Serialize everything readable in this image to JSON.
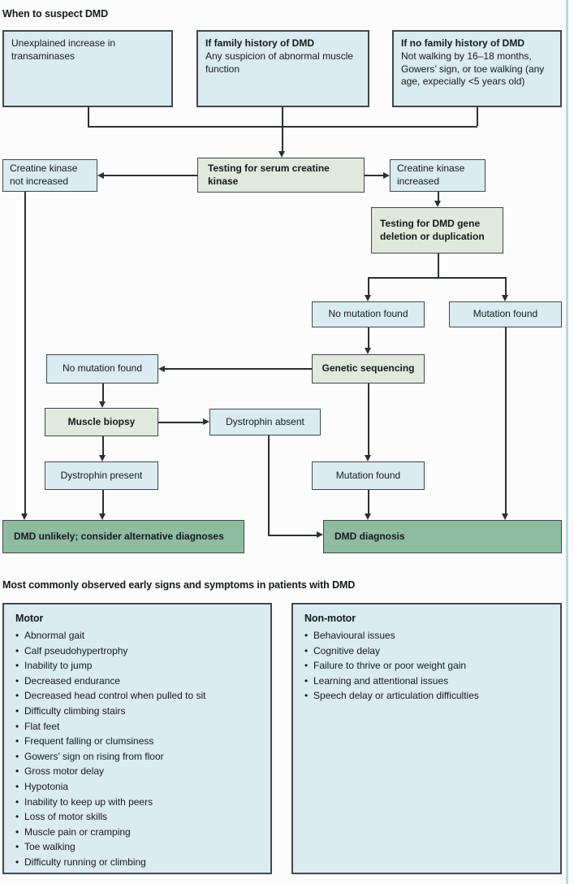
{
  "colors": {
    "box_blue": "#dbebf2",
    "box_sage": "#e0e9db",
    "box_green": "#8fbca0",
    "box_border": "#41484d",
    "line": "#2c3033",
    "text": "#16191b",
    "edge_accent": "#b4dcd8",
    "background": "#fcfcfc"
  },
  "flowchart": {
    "title": "When to suspect DMD",
    "nodes": {
      "transaminases": {
        "text": "Unexplained increase in transaminases"
      },
      "family_history": {
        "title": "If family history of DMD",
        "text": "Any suspicion of abnormal muscle function"
      },
      "no_family_history": {
        "title": "If no family history of DMD",
        "text": "Not walking by 16–18 months, Gowers’ sign, or toe walking (any age, expecially <5 years old)"
      },
      "ck_testing": {
        "text": "Testing for serum creatine kinase"
      },
      "ck_not_increased": {
        "text": "Creatine kinase not increased"
      },
      "ck_increased": {
        "text": "Creatine kinase increased"
      },
      "gene_testing": {
        "text": "Testing for DMD gene deletion or duplication"
      },
      "no_mutation_upper": {
        "text": "No mutation found"
      },
      "mutation_upper": {
        "text": "Mutation found"
      },
      "genetic_sequencing": {
        "text": "Genetic sequencing"
      },
      "no_mutation_left": {
        "text": "No mutation found"
      },
      "muscle_biopsy": {
        "text": "Muscle biopsy"
      },
      "dystrophin_absent": {
        "text": "Dystrophin absent"
      },
      "dystrophin_present": {
        "text": "Dystrophin present"
      },
      "mutation_lower": {
        "text": "Mutation found"
      },
      "dmd_unlikely": {
        "text": "DMD unlikely; consider alternative diagnoses"
      },
      "dmd_diagnosis": {
        "text": "DMD diagnosis"
      }
    }
  },
  "symptoms": {
    "title": "Most commonly observed early signs and symptoms in patients with DMD",
    "motor": {
      "title": "Motor",
      "items": [
        "Abnormal gait",
        "Calf pseudohypertrophy",
        "Inability to jump",
        "Decreased endurance",
        "Decreased head control when pulled to sit",
        "Difficulty climbing stairs",
        "Flat feet",
        "Frequent falling or clumsiness",
        "Gowers’ sign on rising from floor",
        "Gross motor delay",
        "Hypotonia",
        "Inability to keep up with peers",
        "Loss of motor skills",
        "Muscle pain or cramping",
        "Toe walking",
        "Difficulty running or climbing"
      ]
    },
    "non_motor": {
      "title": "Non-motor",
      "items": [
        "Behavioural issues",
        "Cognitive delay",
        "Failure to thrive or poor weight gain",
        "Learning and attentional issues",
        "Speech delay or articulation difficulties"
      ]
    }
  }
}
